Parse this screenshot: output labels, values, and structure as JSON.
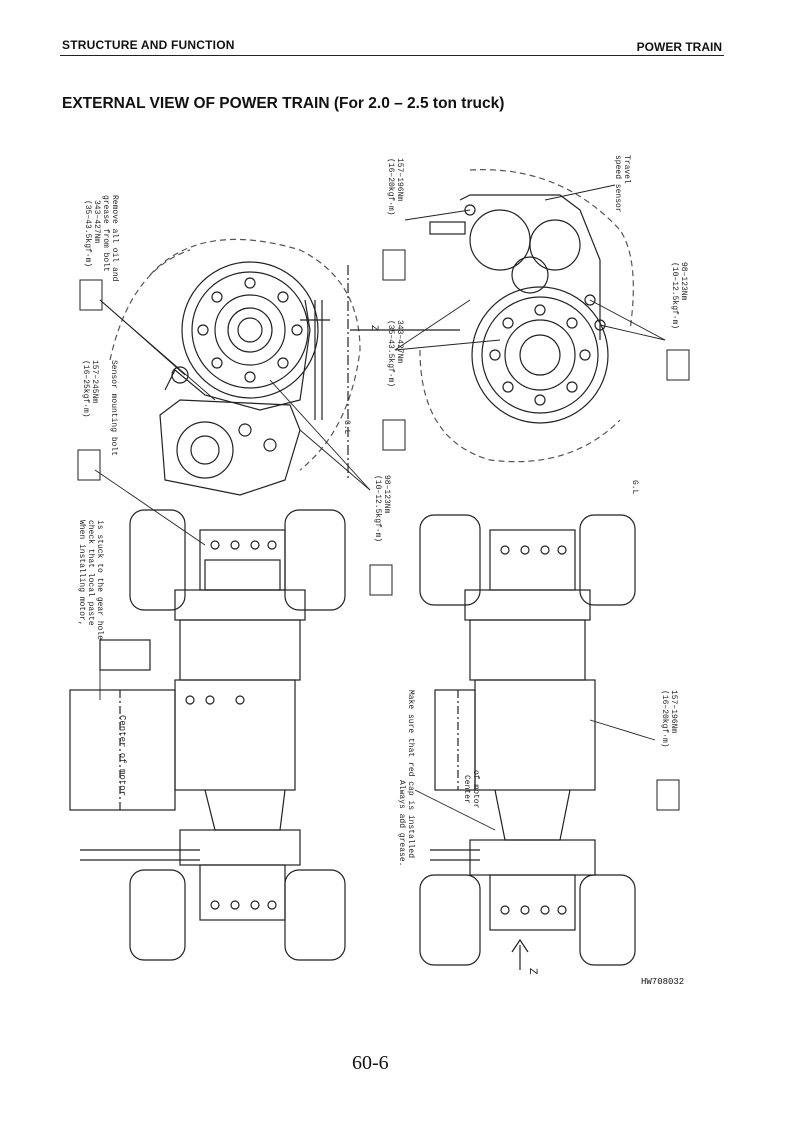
{
  "header": {
    "left": "STRUCTURE AND FUNCTION",
    "right": "POWER TRAIN"
  },
  "title": "EXTERNAL VIEW OF POWER TRAIN (For 2.0 – 2.5 ton truck)",
  "callouts": {
    "torque_343_left": "343–427Nm",
    "torque_343_left_kgf": "(35–43.5kgf·m)",
    "remove_oil": "Remove all oil and",
    "remove_oil_2": "grease from bolt",
    "torque_157_left": "157–245Nm",
    "torque_157_left_kgf": "(16–25kgf·m)",
    "sensor_mounting_bolt": "Sensor mounting bolt",
    "torque_157_mid": "157–196Nm",
    "torque_157_mid_kgf": "(16–20kgf·m)",
    "torque_343_mid": "343–427Nm",
    "torque_343_mid_kgf": "(35–43.5kgf·m)",
    "travel_speed_1": "Travel",
    "travel_speed_2": "speed sensor",
    "torque_98_right": "98–123Nm",
    "torque_98_right_kgf": "(10–12.5kgf·m)",
    "torque_98_center": "98–123Nm",
    "torque_98_center_kgf": "(10–12.5kgf·m)",
    "when_installing_1": "When installing motor,",
    "when_installing_2": "check that local paste",
    "when_installing_3": "is stuck to the gear hole",
    "center_of_motor": "Center of motor",
    "always_add_1": "Always add grease.",
    "always_add_2": "Make sure that red cap is installed",
    "center_of_motor_2a": "Center",
    "center_of_motor_2b": "of motor",
    "torque_157_lower": "157–196Nm",
    "torque_157_lower_kgf": "(16–20kgf·m)",
    "gl_left": "G.L",
    "gl_right": "G.L",
    "z_top": "Z",
    "z_arrow": "Z"
  },
  "figure_code": "HW708032",
  "page_number": "60-6"
}
